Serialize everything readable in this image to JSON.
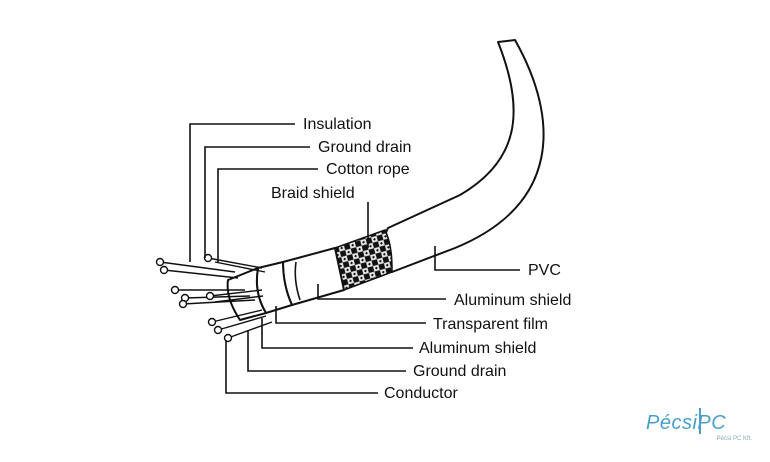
{
  "labels": {
    "insulation": "Insulation",
    "ground_drain_top": "Ground drain",
    "cotton_rope": "Cotton rope",
    "braid_shield": "Braid shield",
    "pvc": "PVC",
    "aluminum_shield_outer": "Aluminum shield",
    "transparent_film": "Transparent film",
    "aluminum_shield_inner": "Aluminum shield",
    "ground_drain_bottom": "Ground drain",
    "conductor": "Conductor"
  },
  "watermark": {
    "brand": "PécsiPC",
    "sub": "Pécsi PC Kft."
  },
  "colors": {
    "ink": "#111111",
    "background": "#ffffff",
    "watermark": "#4a9ec8"
  }
}
